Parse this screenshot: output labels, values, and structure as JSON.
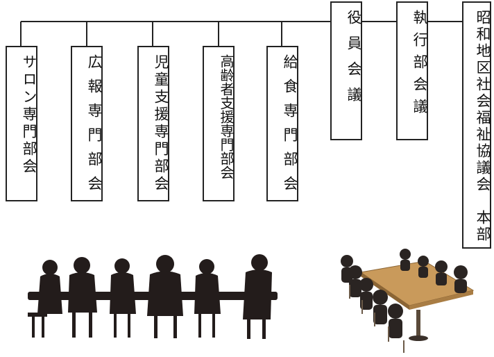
{
  "org_chart": {
    "headquarters": "昭和地区社会福祉協議会　本部",
    "executive_council": "執行部会議",
    "officers_meeting": "役員会議",
    "committees": [
      "給食専門部会",
      "高齢者支援専門部会",
      "児童支援専門部会",
      "広報専門部会",
      "サロン専門部会"
    ]
  },
  "colors": {
    "line": "#222222",
    "silhouette": "#231c1b",
    "table": "#c99a5b",
    "figure": "#2a2422"
  }
}
